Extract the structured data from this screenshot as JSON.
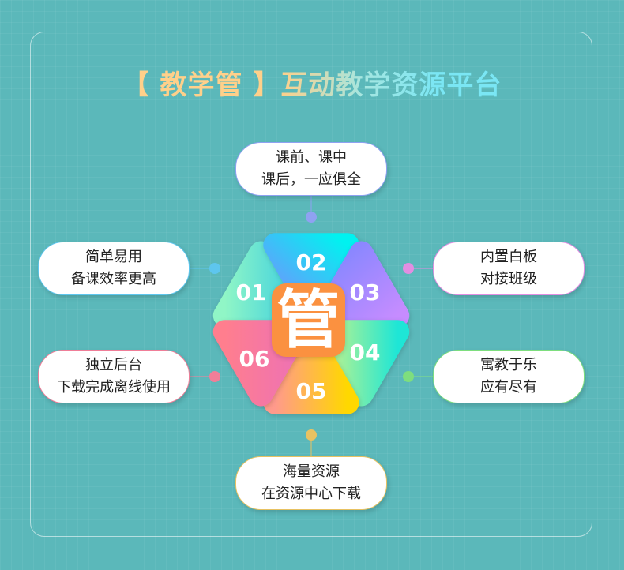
{
  "title": "【 教学管 】互动教学资源平台",
  "center_char": "管",
  "petals": [
    {
      "num": "01",
      "colors": [
        "#90f6c6",
        "#3ccfe0"
      ]
    },
    {
      "num": "02",
      "colors": [
        "#7b8cff",
        "#00f2f0"
      ]
    },
    {
      "num": "03",
      "colors": [
        "#7f86ff",
        "#c68cff"
      ]
    },
    {
      "num": "04",
      "colors": [
        "#c6f48a",
        "#1ee6d6"
      ]
    },
    {
      "num": "05",
      "colors": [
        "#ff9a8c",
        "#ffd800"
      ]
    },
    {
      "num": "06",
      "colors": [
        "#ff7e8e",
        "#ee72b4"
      ]
    }
  ],
  "features": [
    {
      "line1": "课前、课中",
      "line2": "课后，一应俱全",
      "color": "#8fa2f2"
    },
    {
      "line1": "简单易用",
      "line2": "备课效率更高",
      "color": "#5ec6ee"
    },
    {
      "line1": "内置白板",
      "line2": "对接班级",
      "color": "#e28ee2"
    },
    {
      "line1": "独立后台",
      "line2": "下载完成离线使用",
      "color": "#f07e98"
    },
    {
      "line1": "寓教于乐",
      "line2": "应有尽有",
      "color": "#7ede7e"
    },
    {
      "line1": "海量资源",
      "line2": "在资源中心下载",
      "color": "#e8c262"
    }
  ]
}
